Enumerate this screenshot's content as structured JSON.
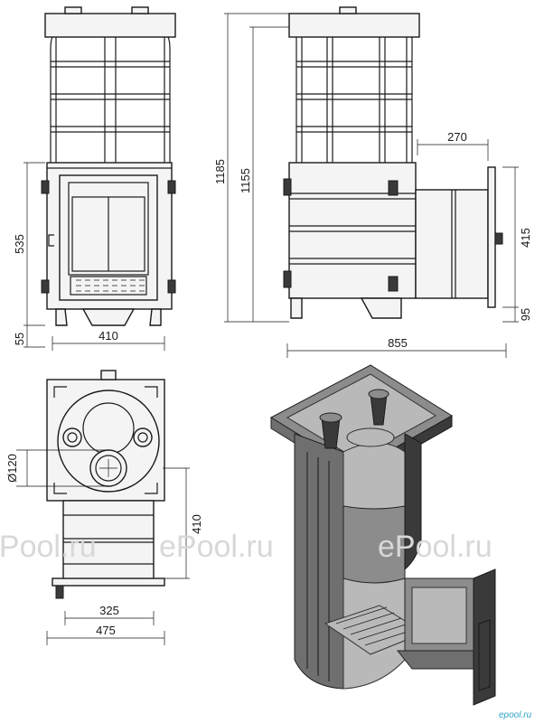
{
  "dimensions": {
    "front_height_lower": "535",
    "front_base": "55",
    "front_width": "410",
    "total_height_outer": "1185",
    "total_height_inner": "1155",
    "tunnel_length": "270",
    "tunnel_height": "415",
    "tunnel_base": "95",
    "total_depth": "855",
    "flue_diameter": "Ø120",
    "top_depth": "410",
    "top_inner_width": "325",
    "top_outer_width": "475"
  },
  "watermarks": [
    "ePool.ru",
    "ePool.ru",
    "ePool.ru"
  ],
  "logo_text": "epool.ru",
  "colors": {
    "line": "#1a1a1a",
    "steel_dark": "#3a3a3a",
    "steel_mid": "#8c8c8c",
    "watermark": "#d8d8d8",
    "logo": "#2aa3c9"
  }
}
